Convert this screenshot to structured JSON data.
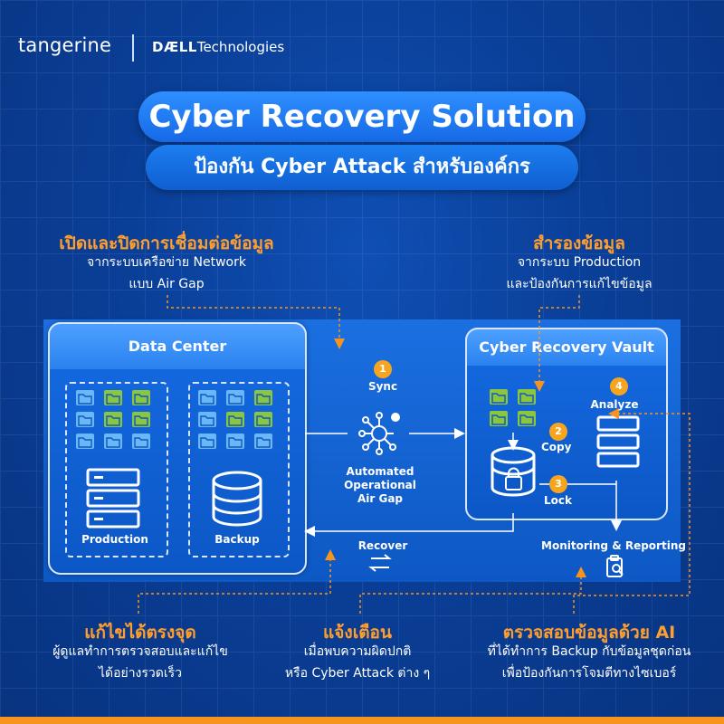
{
  "header": {
    "brand": "tangerine",
    "partner_bold": "DÆLL",
    "partner_rest": "Technologies"
  },
  "title": {
    "main": "Cyber Recovery Solution",
    "sub": "ป้องกัน Cyber Attack สำหรับองค์กร"
  },
  "callouts": {
    "air_gap": {
      "heading": "เปิดและปิดการเชื่อมต่อข้อมูล",
      "line1": "จากระบบเครือข่าย Network",
      "line2": "แบบ Air Gap"
    },
    "backup": {
      "heading": "สำรองข้อมูล",
      "line1": "จากระบบ Production",
      "line2": "และป้องกันการแก้ไขข้อมูล"
    },
    "fix": {
      "heading": "แก้ไขได้ตรงจุด",
      "line1": "ผู้ดูแลทำการตรวจสอบและแก้ไข",
      "line2": "ได้อย่างรวดเร็ว"
    },
    "alert": {
      "heading": "แจ้งเตือน",
      "line1": "เมื่อพบความผิดปกติ",
      "line2": "หรือ Cyber Attack ต่าง ๆ"
    },
    "ai": {
      "heading": "ตรวจสอบข้อมูลด้วย AI",
      "line1": "ที่ได้ทำการ Backup กับข้อมูลชุดก่อน",
      "line2": "เพื่อป้องกันการโจมตีทางไซเบอร์"
    }
  },
  "diagram": {
    "data_center": "Data Center",
    "production": "Production",
    "backup": "Backup",
    "vault": "Cyber Recovery Vault",
    "sync": "Sync",
    "air_gap_line1": "Automated",
    "air_gap_line2": "Operational",
    "air_gap_line3": "Air Gap",
    "copy": "Copy",
    "lock": "Lock",
    "analyze": "Analyze",
    "recover": "Recover",
    "monitoring": "Monitoring & Reporting",
    "steps": [
      "1",
      "2",
      "3",
      "4"
    ]
  },
  "colors": {
    "accent": "#f7941d",
    "callout_heading": "#ff9e2c",
    "folder_blue": "#69b8f5",
    "folder_green": "#8cc63f",
    "background": "#0a3f98"
  }
}
